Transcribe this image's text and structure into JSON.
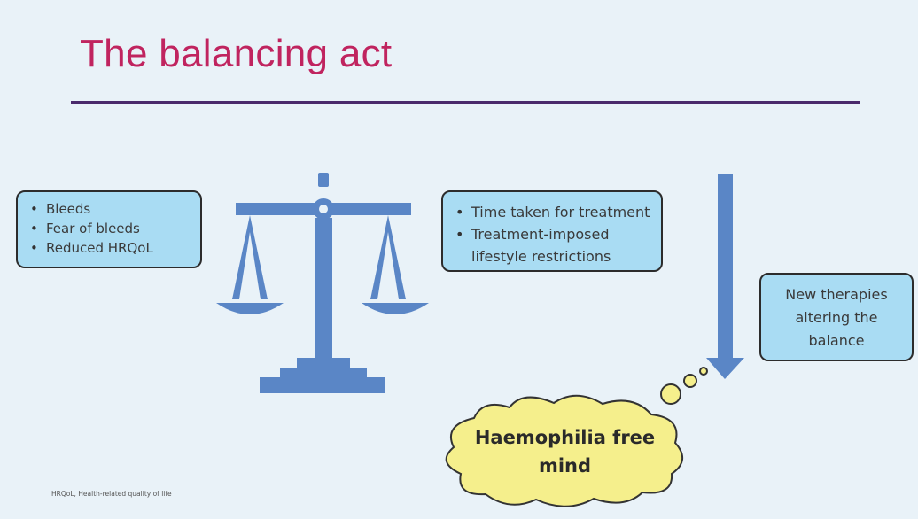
{
  "slide": {
    "title": "The balancing act",
    "left_box": {
      "items": [
        "Bleeds",
        "Fear of bleeds",
        "Reduced HRQoL"
      ]
    },
    "middle_box": {
      "items": [
        "Time taken for treatment",
        "Treatment-imposed lifestyle restrictions"
      ]
    },
    "right_box": {
      "text": "New therapies altering the balance"
    },
    "cloud": {
      "text": "Haemophilia free mind"
    },
    "footnote": "HRQoL, Health-related quality of life",
    "icons": [
      "scales-icon",
      "down-arrow-icon",
      "thought-cloud-icon"
    ],
    "colors": {
      "title": "#c0245f",
      "rule": "#4a2a6c",
      "box_fill": "#a9dcf3",
      "scale": "#5a86c6",
      "cloud_fill": "#f5ef8c"
    }
  }
}
